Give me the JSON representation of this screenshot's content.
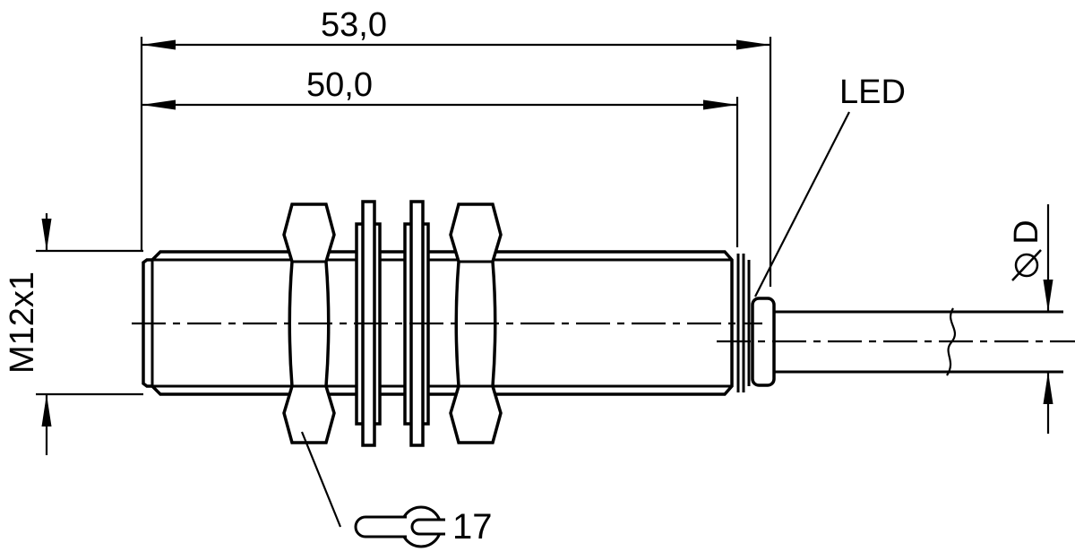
{
  "drawing": {
    "dims": {
      "overall_length": "53,0",
      "thread_length": "50,0",
      "thread": "M12x1",
      "diameter_label": "D",
      "wrench_size": "17"
    },
    "labels": {
      "led": "LED"
    },
    "icons": {
      "wrench": "open-end-wrench-icon",
      "diameter_symbol": "diameter-symbol"
    },
    "colors": {
      "line": "#000000",
      "background": "#ffffff"
    }
  }
}
